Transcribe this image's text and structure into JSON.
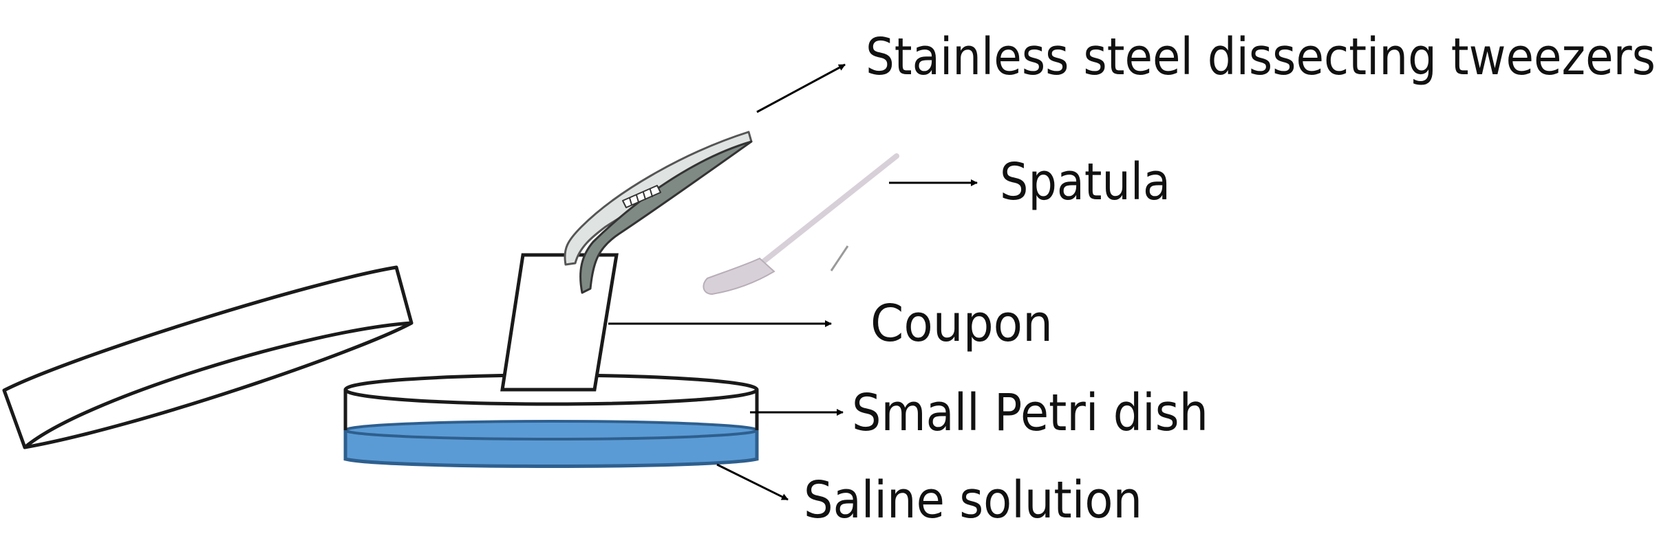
{
  "diagram": {
    "labels": {
      "tweezers": "Stainless steel dissecting tweezers",
      "spatula": "Spatula",
      "coupon": "Coupon",
      "petri_dish": "Small Petri dish",
      "saline": "Saline solution"
    },
    "colors": {
      "saline_fill": "#5b9bd5",
      "saline_stroke": "#2e5f8e",
      "outline": "#1a1a1a",
      "tweezer_dark": "#7f8a85",
      "tweezer_light": "#dfe3e1",
      "spatula": "#d8d0d8"
    }
  }
}
